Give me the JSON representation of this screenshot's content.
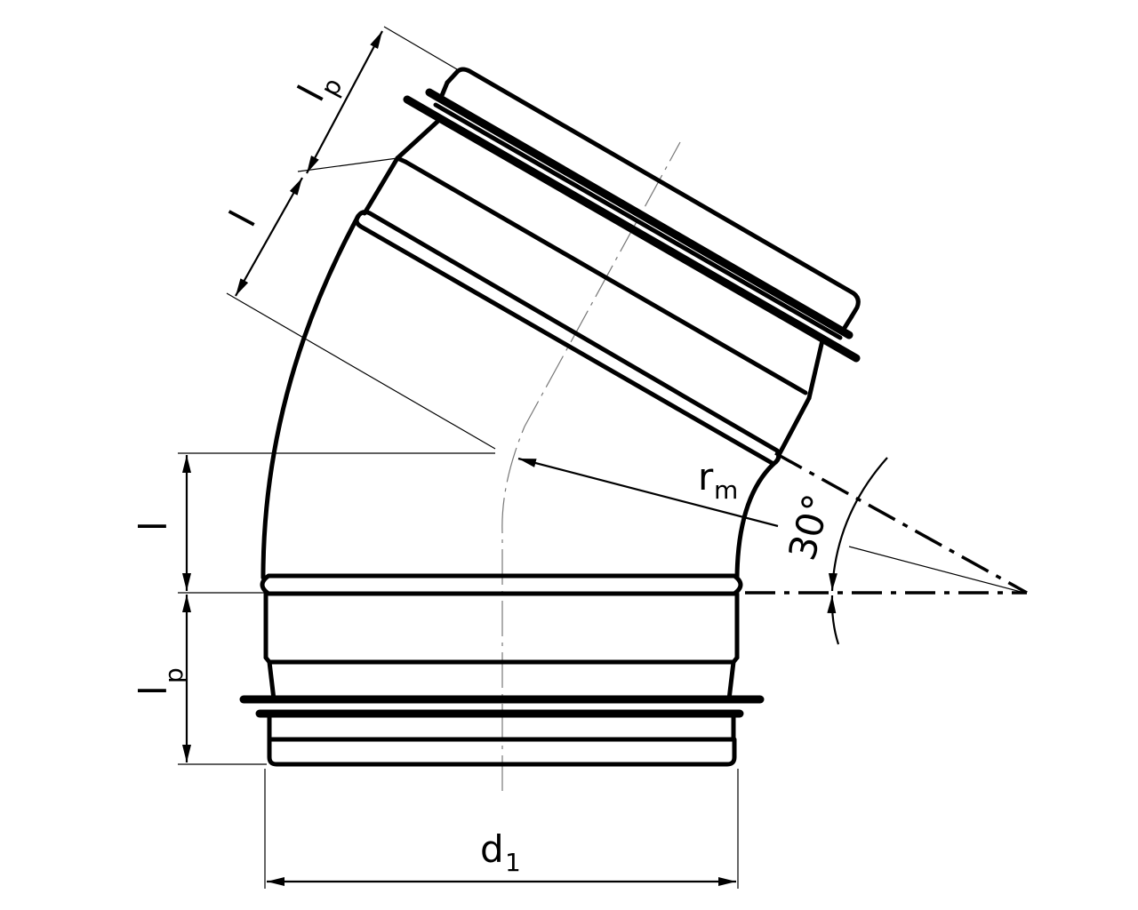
{
  "labels": {
    "lp": "l",
    "lp_sub": "p",
    "l": "l",
    "rm": "r",
    "rm_sub": "m",
    "angle": "30°",
    "d1": "d",
    "d1_sub": "1"
  }
}
